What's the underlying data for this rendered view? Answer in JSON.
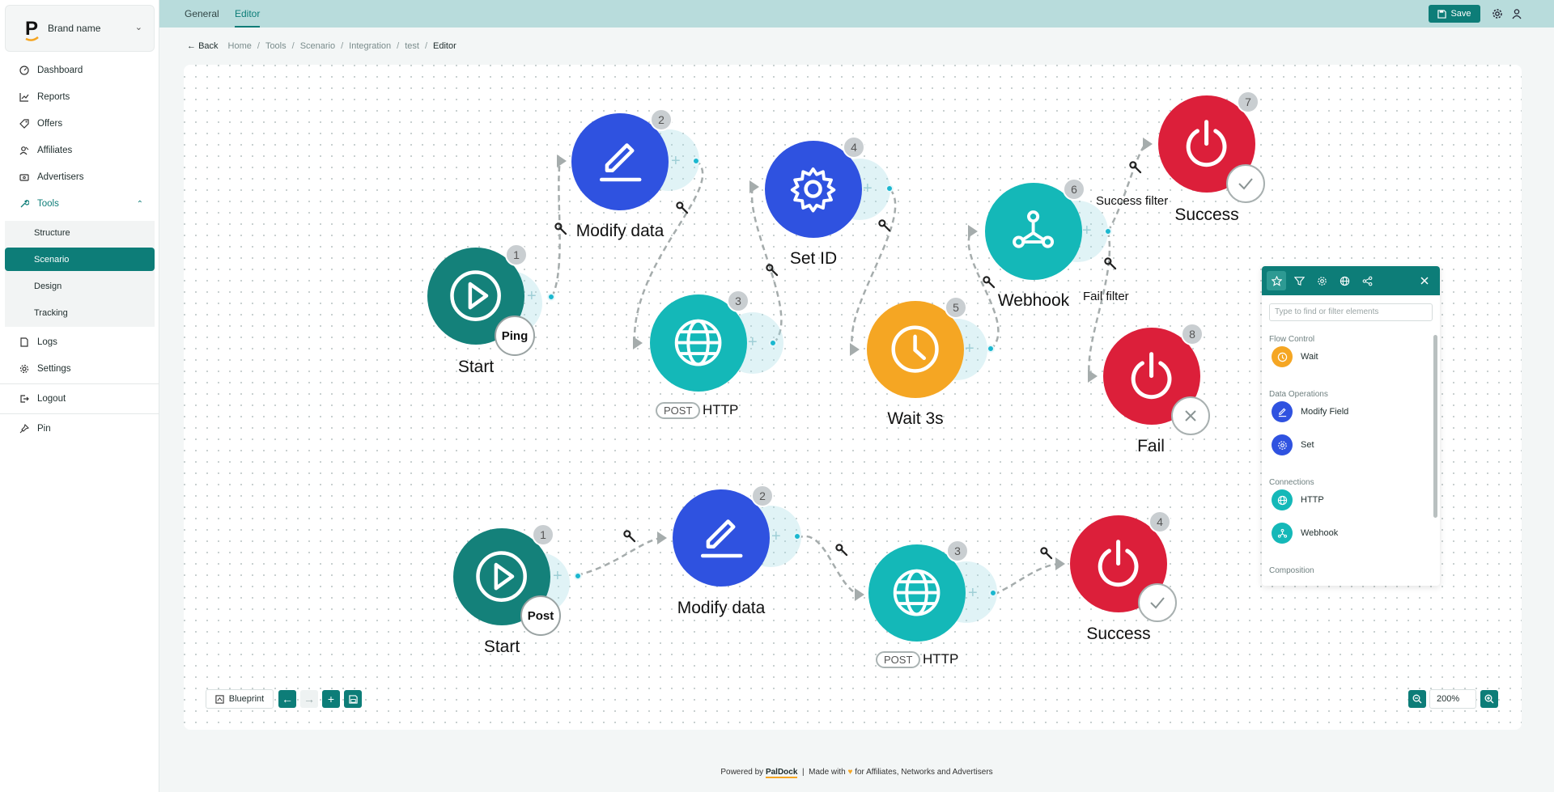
{
  "sidebar": {
    "brand_name": "Brand name",
    "items": [
      {
        "label": "Dashboard",
        "icon": "dashboard-icon"
      },
      {
        "label": "Reports",
        "icon": "chart-icon"
      },
      {
        "label": "Offers",
        "icon": "tag-icon"
      },
      {
        "label": "Affiliates",
        "icon": "users-icon"
      },
      {
        "label": "Advertisers",
        "icon": "briefcase-icon"
      },
      {
        "label": "Tools",
        "icon": "wrench-icon"
      },
      {
        "label": "Logs",
        "icon": "document-icon"
      },
      {
        "label": "Settings",
        "icon": "gear-icon"
      },
      {
        "label": "Logout",
        "icon": "logout-icon"
      },
      {
        "label": "Pin",
        "icon": "pin-icon"
      }
    ],
    "tools_sub": [
      "Structure",
      "Scenario",
      "Design",
      "Tracking"
    ]
  },
  "topbar": {
    "tabs": [
      "General",
      "Editor"
    ],
    "save_label": "Save"
  },
  "breadcrumb": {
    "back": "Back",
    "items": [
      "Home",
      "Tools",
      "Scenario",
      "Integration",
      "test"
    ],
    "current": "Editor"
  },
  "flow1": {
    "start": {
      "label": "Start",
      "badge": "1",
      "tag": "Ping"
    },
    "modify": {
      "label": "Modify data",
      "badge": "2"
    },
    "http": {
      "label": "HTTP",
      "badge": "3",
      "method": "POST"
    },
    "setid": {
      "label": "Set ID",
      "badge": "4"
    },
    "wait": {
      "label": "Wait 3s",
      "badge": "5"
    },
    "webhook": {
      "label": "Webhook",
      "badge": "6"
    },
    "success": {
      "label": "Success",
      "badge": "7"
    },
    "fail": {
      "label": "Fail",
      "badge": "8"
    },
    "success_filter": "Success filter",
    "fail_filter": "Fail filter"
  },
  "flow2": {
    "start": {
      "label": "Start",
      "badge": "1",
      "tag": "Post"
    },
    "modify": {
      "label": "Modify data",
      "badge": "2"
    },
    "http": {
      "label": "HTTP",
      "badge": "3",
      "method": "POST"
    },
    "success": {
      "label": "Success",
      "badge": "4"
    }
  },
  "toolbar": {
    "blueprint": "Blueprint",
    "zoom": "200%"
  },
  "panel": {
    "search_placeholder": "Type to find or filter elements",
    "groups": [
      {
        "title": "Flow Control",
        "items": [
          {
            "label": "Wait",
            "color": "#f5a623"
          }
        ]
      },
      {
        "title": "Data Operations",
        "items": [
          {
            "label": "Modify Field",
            "color": "#2f52e0"
          },
          {
            "label": "Set",
            "color": "#2f52e0"
          }
        ]
      },
      {
        "title": "Connections",
        "items": [
          {
            "label": "HTTP",
            "color": "#14b8b8"
          },
          {
            "label": "Webhook",
            "color": "#14b8b8"
          }
        ]
      },
      {
        "title": "Composition",
        "items": []
      }
    ]
  },
  "footer": {
    "powered": "Powered by",
    "brand": "PalDock",
    "made_with": "Made with",
    "rest": "for Affiliates, Networks and Advertisers"
  },
  "colors": {
    "accent": "#0d7d78",
    "teal_node": "#14817a",
    "blue_node": "#2f52e0",
    "cyan_node": "#14b8b8",
    "orange_node": "#f5a623",
    "red_node": "#dc1f3a"
  }
}
